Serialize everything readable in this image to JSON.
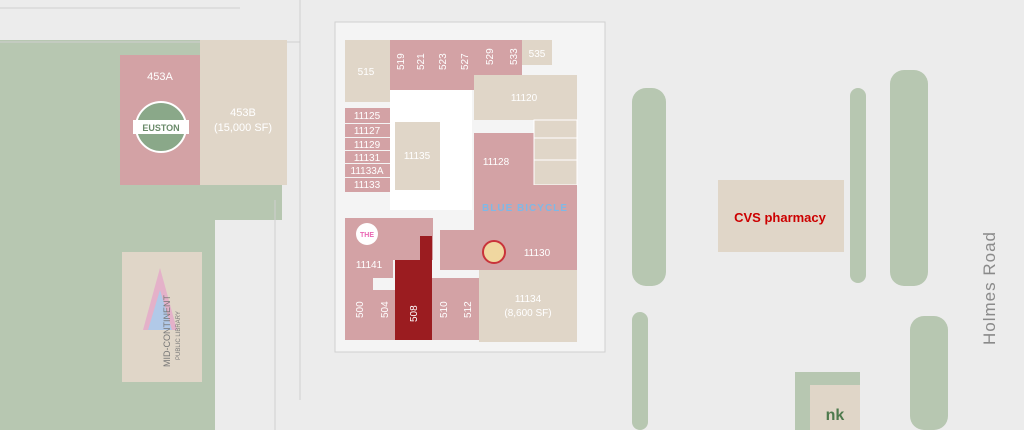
{
  "road": {
    "name": "Holmes Road"
  },
  "units": {
    "u453a": "453A",
    "u453b": "453B",
    "u453b_size": "(15,000 SF)",
    "u515": "515",
    "u519": "519",
    "u521": "521",
    "u523": "523",
    "u527": "527",
    "u529": "529",
    "u533": "533",
    "u535": "535",
    "u11120": "11120",
    "u11125": "11125",
    "u11127": "11127",
    "u11129": "11129",
    "u11131": "11131",
    "u11133a": "11133A",
    "u11133": "11133",
    "u11135": "11135",
    "u11128": "11128",
    "u11130": "11130",
    "u11141": "11141",
    "u500": "500",
    "u504": "504",
    "u508": "508",
    "u510": "510",
    "u512": "512",
    "u11134": "11134",
    "u11134_size": "(8,600 SF)"
  },
  "tenants": {
    "euston": "EUSTON",
    "blue_bicycle": "BLUE BICYCLE",
    "cvs": "CVS pharmacy",
    "library_top": "MID-CONTINENT",
    "library_bottom": "PUBLIC LIBRARY",
    "bank_partial": "nk",
    "the_place": "THE"
  },
  "colors": {
    "leased": "#d3a2a5",
    "available": "#e0d6c8",
    "highlight": "#9b1c20",
    "green": "#b7c7b1",
    "cvs_red": "#cc0000",
    "blue_bicycle": "#7fb8e6"
  }
}
